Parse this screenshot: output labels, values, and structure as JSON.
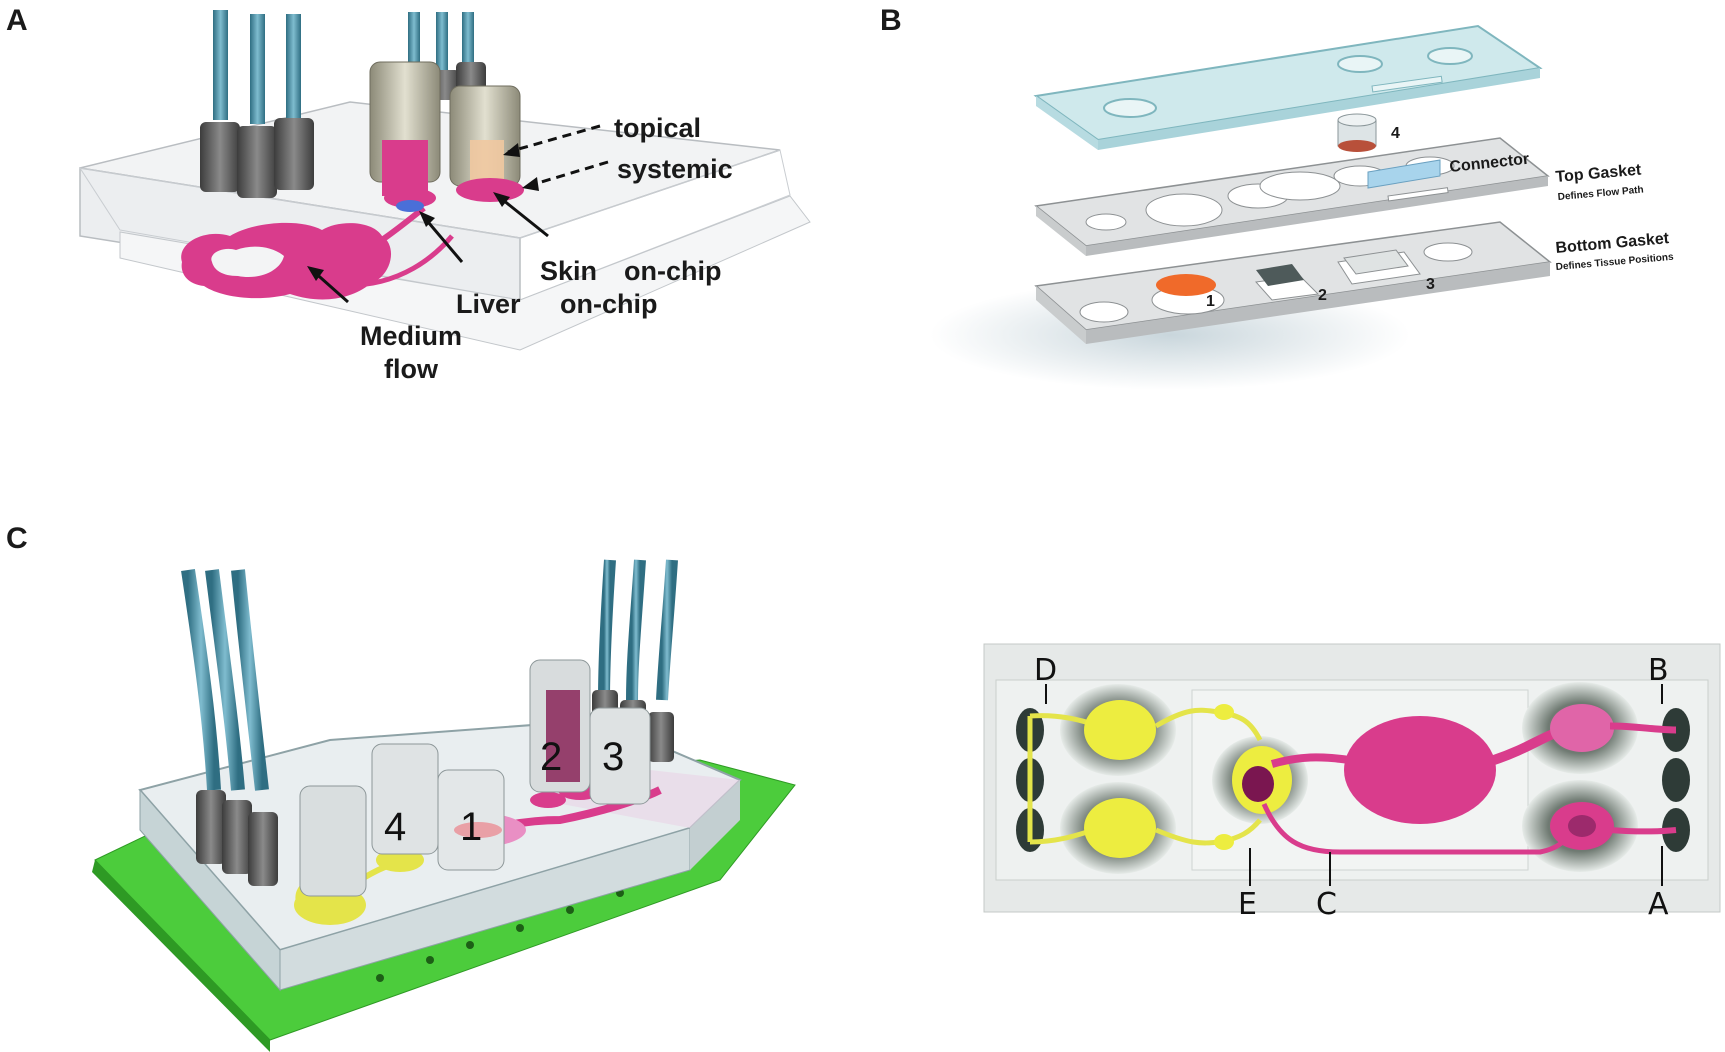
{
  "panels": {
    "a": "A",
    "b": "B",
    "c": "C"
  },
  "panel_a": {
    "topical": "topical",
    "systemic": "systemic",
    "skin_line1": "Skin",
    "skin_line2": "on-chip",
    "liver_line1": "Liver",
    "liver_line2": "on-chip",
    "medium_line1": "Medium",
    "medium_line2": "flow"
  },
  "panel_b": {
    "layer_number": "4",
    "connector": "Connector",
    "top_gasket": "Top Gasket",
    "top_gasket_sub": "Defines Flow Path",
    "bottom_gasket": "Bottom Gasket",
    "bottom_gasket_sub": "Defines Tissue Positions",
    "tissue_1": "1",
    "tissue_2": "2",
    "tissue_3": "3"
  },
  "panel_c": {
    "model_labels": [
      "1",
      "2",
      "3",
      "4"
    ],
    "port_labels": {
      "d": "D",
      "b": "B",
      "e": "E",
      "c": "C",
      "a": "A"
    }
  },
  "colors": {
    "magenta": "#d93c8c",
    "yellow": "#e4e44a",
    "tube": "#4e8ea3",
    "green_base": "#4ccc3c",
    "orange_tissue": "#f06a2a",
    "glass": "#cfe9ec"
  }
}
